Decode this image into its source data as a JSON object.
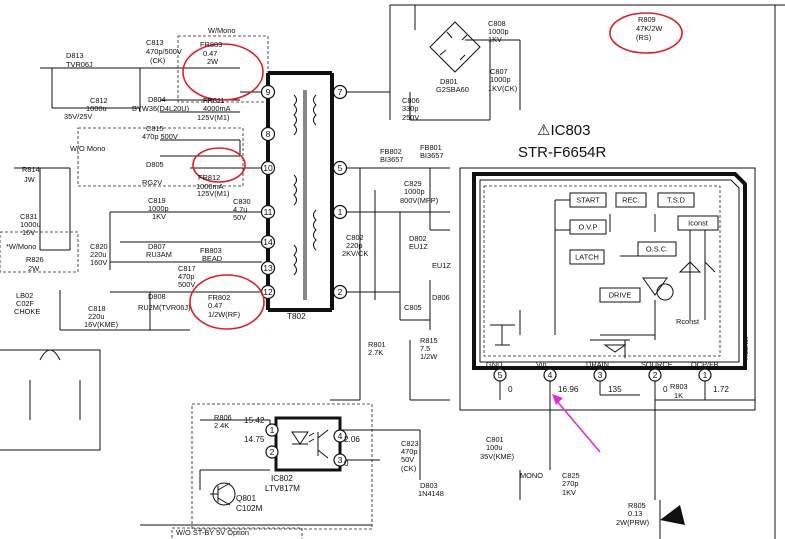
{
  "ic803": {
    "title": "⚠IC803",
    "part": "STR-F6654R"
  },
  "ic_blocks": [
    {
      "key": "start",
      "label": "START"
    },
    {
      "key": "rec",
      "label": "REC."
    },
    {
      "key": "tsd",
      "label": "T.S.D"
    },
    {
      "key": "ovp",
      "label": "O.V.P"
    },
    {
      "key": "iconst",
      "label": "Iconst"
    },
    {
      "key": "osc",
      "label": "O.S.C."
    },
    {
      "key": "latch",
      "label": "LATCH"
    },
    {
      "key": "drive",
      "label": "DRIVE"
    }
  ],
  "ic_pins": [
    {
      "n": "5",
      "name": "GND",
      "v": "0"
    },
    {
      "n": "4",
      "name": "Vin",
      "v": "16.96"
    },
    {
      "n": "3",
      "name": "DRAIN",
      "v": "135"
    },
    {
      "n": "2",
      "name": "SOURCE",
      "v": "0"
    },
    {
      "n": "1",
      "name": "OCP/FB",
      "v": "1.72"
    }
  ],
  "ic_misc": {
    "rconst": "Rconst",
    "rconst2": "Rconst"
  },
  "transformer": {
    "name": "T802",
    "left_pins": [
      "9",
      "8",
      "10",
      "11",
      "14",
      "13",
      "12"
    ],
    "right_pins": [
      "7",
      "5",
      "1",
      "2"
    ]
  },
  "opto": {
    "name": "IC802",
    "part": "LTV817M",
    "pins": [
      "1",
      "2",
      "4",
      "3"
    ],
    "voltages": [
      "15.42",
      "14.75",
      "2.06",
      "0"
    ]
  },
  "transistor": {
    "name": "Q801",
    "part": "C102M"
  },
  "labels": [
    "D813",
    "TVR06J",
    "C813",
    "470p/500V",
    "(CK)",
    "C812",
    "1000u",
    "35V/25V",
    "D804",
    "BYW36(D4L20U)",
    "FR803",
    "0.47",
    "2W",
    "W/Mono",
    "FR811",
    "4000mA",
    "125V(M1)",
    "C815",
    "470p 500V",
    "D805",
    "RG2V",
    "W/O Mono",
    "FR812",
    "1000mA",
    "125V(M1)",
    "R814",
    "JW",
    "C831",
    "1000u",
    "16V",
    "*W/Mono",
    "R826",
    "2W",
    "C819",
    "1000p",
    "1KV",
    "C830",
    "4.7u",
    "50V",
    "C820",
    "220u",
    "160V",
    "D807",
    "RU3AM",
    "FB803",
    "BEAD",
    "C817",
    "470p",
    "500V",
    "LB02",
    "C02F",
    "CHOKE",
    "C818",
    "220u",
    "16V(KME)",
    "D808",
    "RU2M(TVR06J)",
    "FR802",
    "0.47",
    "1/2W(RF)",
    "C808",
    "1000p",
    "1KV",
    "D801",
    "G2SBA60",
    "C807",
    "1000p",
    "1KV(CK)",
    "C806",
    "330p",
    "250V",
    "R809",
    "47K/2W",
    "(RS)",
    "FB802",
    "BI3657",
    "FB801",
    "BI3657",
    "C829",
    "1000p",
    "800V(MPP)",
    "C802",
    "220p",
    "2KV/CK",
    "D802",
    "EU1Z",
    "EU1Z",
    "D806",
    "C805",
    "R801",
    "2.7K",
    "R815",
    "7.5",
    "1/2W",
    "R806",
    "2.4K",
    "C823",
    "470p",
    "50V",
    "(CK)",
    "D803",
    "1N4148",
    "C801",
    "100u",
    "35V(KME)",
    "MONO",
    "C825",
    "270p",
    "1KV",
    "R803",
    "1K",
    "R805",
    "0.13",
    "2W(PRW)",
    "W/O ST-BY 5V Option"
  ]
}
